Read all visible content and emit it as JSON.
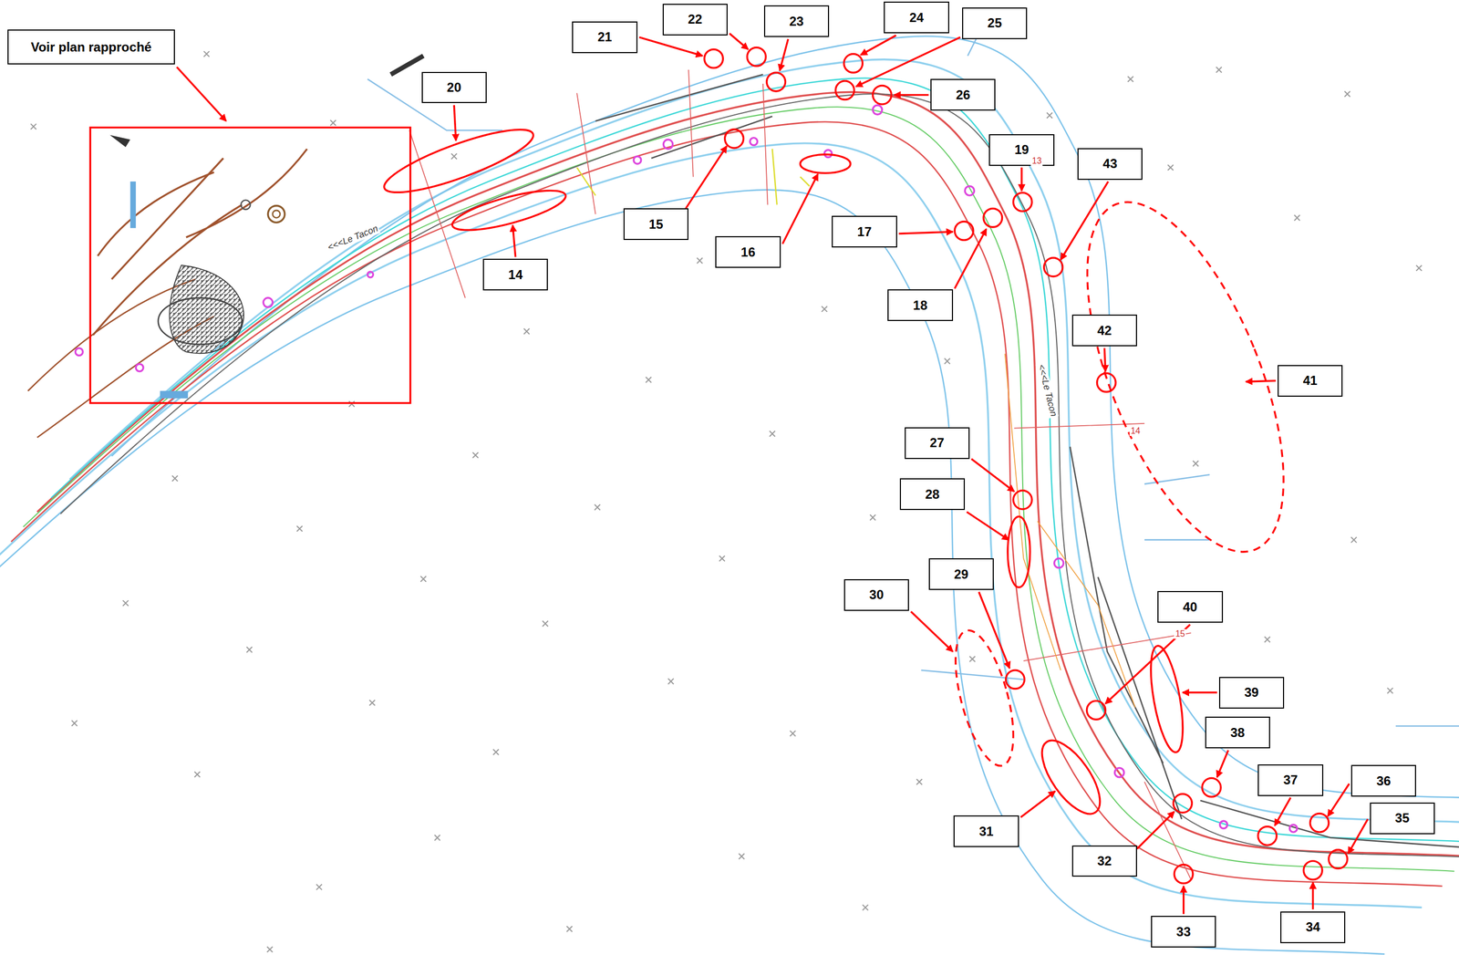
{
  "diagram": {
    "nodes": [
      {
        "text": [
          "Voir plan rapproché"
        ]
      },
      {
        "text": [
          "22"
        ]
      },
      {
        "text": [
          "24"
        ]
      },
      {
        "text": [
          "21"
        ]
      },
      {
        "text": [
          "23"
        ]
      },
      {
        "text": [
          "25"
        ]
      },
      {
        "text": [
          "20"
        ]
      },
      {
        "text": [
          "26"
        ]
      },
      {
        "text": [
          "19"
        ]
      },
      {
        "text": [
          "43"
        ]
      },
      {
        "text": [
          "15"
        ]
      },
      {
        "text": [
          "17"
        ]
      },
      {
        "text": [
          "16"
        ]
      },
      {
        "text": [
          "14"
        ]
      },
      {
        "text": [
          "18"
        ]
      },
      {
        "text": [
          "42"
        ]
      },
      {
        "text": [
          "41"
        ]
      },
      {
        "text": [
          "27"
        ]
      },
      {
        "text": [
          "28"
        ]
      },
      {
        "text": [
          "29"
        ]
      },
      {
        "text": [
          "30"
        ]
      },
      {
        "text": [
          "40"
        ]
      },
      {
        "text": [
          "39"
        ]
      },
      {
        "text": [
          "38"
        ]
      },
      {
        "text": [
          "37"
        ]
      },
      {
        "text": [
          "36"
        ]
      },
      {
        "text": [
          "31"
        ]
      },
      {
        "text": [
          "35"
        ]
      },
      {
        "text": [
          "32"
        ]
      },
      {
        "text": [
          "34"
        ]
      },
      {
        "text": [
          "33"
        ]
      }
    ],
    "labels": [
      "<<<Le Tacon",
      "<<<Le Tacon",
      "13",
      "14",
      "15"
    ]
  }
}
